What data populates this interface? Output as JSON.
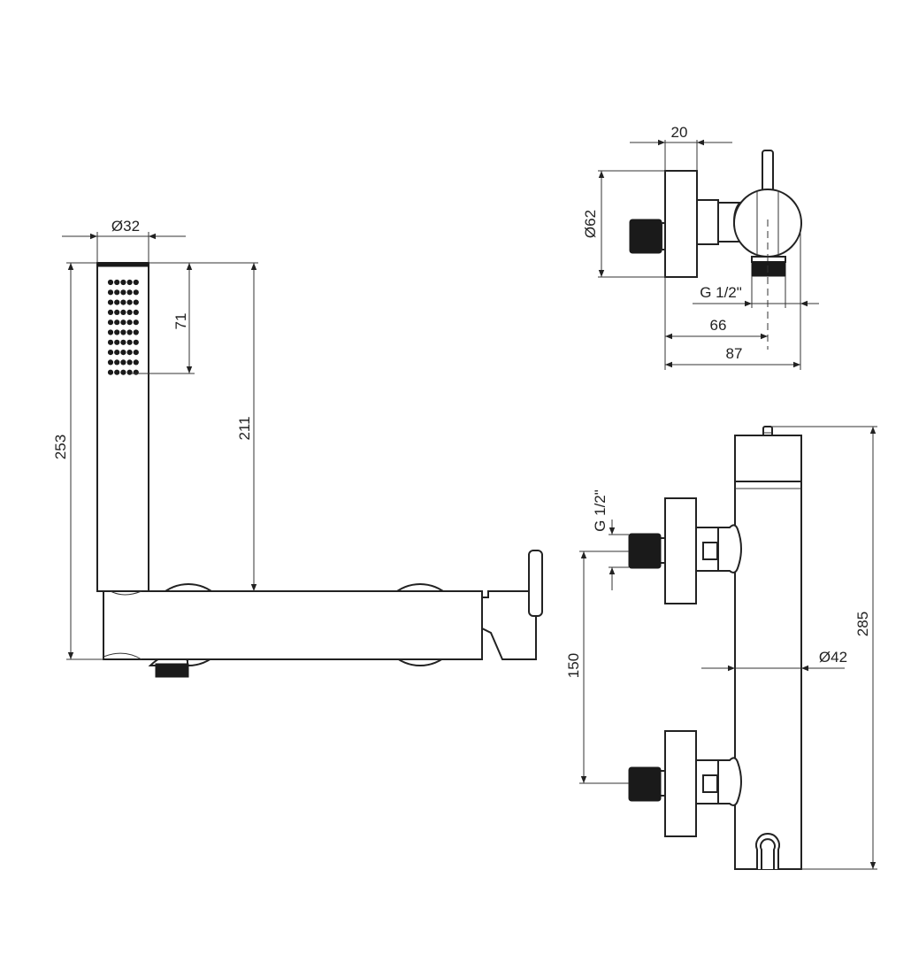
{
  "colors": {
    "line": "#222222",
    "fill": "#ffffff",
    "dark_parts": "#1a1a1a"
  },
  "side_view": {
    "shower_diameter": "Ø32",
    "spray_face_length": "71",
    "body_to_top": "211",
    "total_height": "253"
  },
  "top_view": {
    "rosette_depth": "20",
    "rosette_diameter": "Ø62",
    "thread": "G 1/2\"",
    "outlet_distance": "66",
    "total_depth": "87"
  },
  "front_view": {
    "thread": "G 1/2\"",
    "inlet_spacing": "150",
    "body_diameter": "Ø42",
    "total_height": "285"
  }
}
